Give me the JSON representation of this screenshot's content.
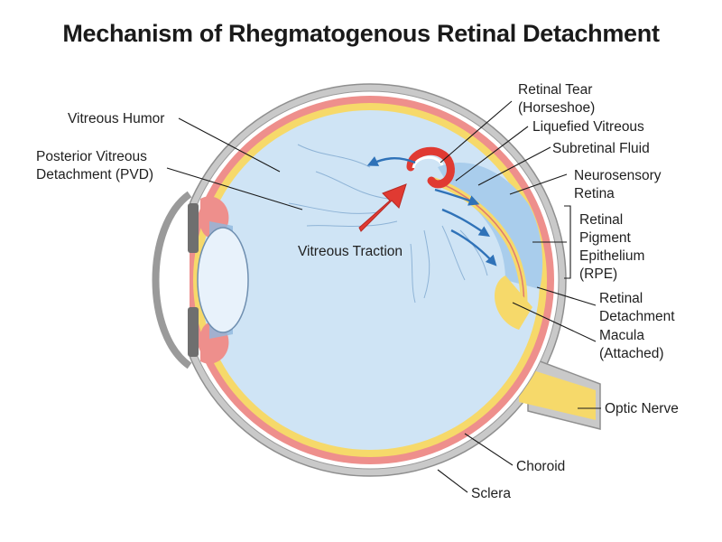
{
  "title": "Mechanism of Rhegmatogenous Retinal Detachment",
  "labels": {
    "vitreous_humor": "Vitreous Humor",
    "pvd_line1": "Posterior Vitreous",
    "pvd_line2": "Detachment (PVD)",
    "vitreous_traction": "Vitreous Traction",
    "tear_line1": "Retinal Tear",
    "tear_line2": "(Horseshoe)",
    "liquefied_vitreous": "Liquefied Vitreous",
    "subretinal_fluid": "Subretinal Fluid",
    "neuro_line1": "Neurosensory",
    "neuro_line2": "Retina",
    "rpe_line1": "Retinal",
    "rpe_line2": "Pigment",
    "rpe_line3": "Epithelium",
    "rpe_line4": "(RPE)",
    "detach_line1": "Retinal",
    "detach_line2": "Detachment",
    "macula_line1": "Macula",
    "macula_line2": "(Attached)",
    "optic_nerve": "Optic Nerve",
    "choroid": "Choroid",
    "sclera": "Sclera"
  },
  "colors": {
    "sclera": "#c9c9c9",
    "choroid": "#ee8f8c",
    "retina": "#f6d96a",
    "vitreous": "#cfe4f5",
    "fluid": "#a9cdec",
    "traction_arrow": "#e03a32",
    "flow_arrow": "#2f72b8"
  }
}
